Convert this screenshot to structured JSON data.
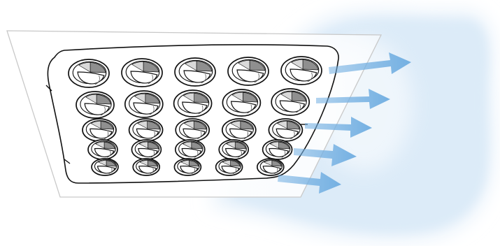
{
  "diagram": {
    "subject": "led-panel-light-emission",
    "rows": 5,
    "columns": 5,
    "light_direction": "right",
    "arrow_count": 5,
    "colors": {
      "background": "#ffffff",
      "glow": "#dcebf8",
      "arrow": "#74b0e2",
      "outline": "#111111",
      "panel_frame": "#c9c9c9",
      "reflector_dark": "#8f8f8f"
    }
  }
}
